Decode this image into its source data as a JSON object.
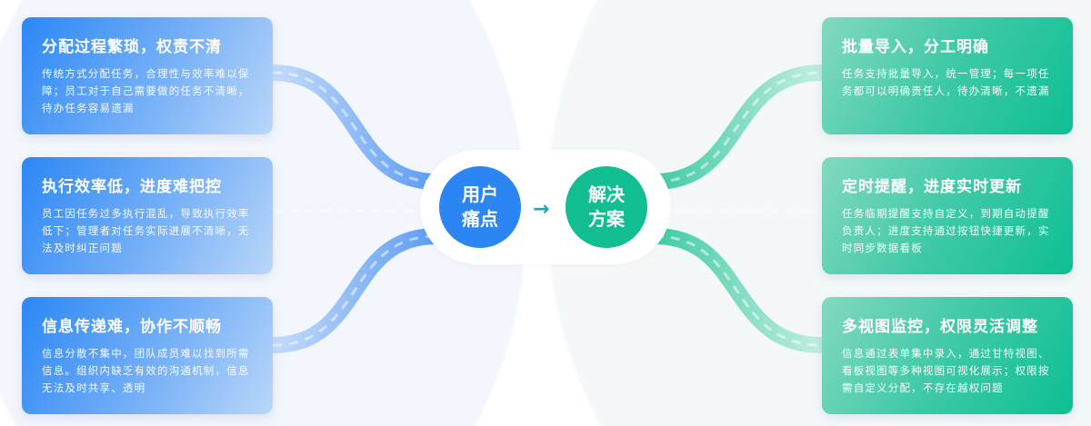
{
  "center": {
    "pain": "用户痛点",
    "solution": "解决方案",
    "arrow": "→"
  },
  "pain_points": [
    {
      "title": "分配过程繁琐，权责不清",
      "desc": "传统方式分配任务，合理性与效率难以保障；员工对于自己需要做的任务不清晰，待办任务容易遗漏"
    },
    {
      "title": "执行效率低，进度难把控",
      "desc": "员工因任务过多执行混乱，导致执行效率低下；管理者对任务实际进展不清晰，无法及时纠正问题"
    },
    {
      "title": "信息传递难，协作不顺畅",
      "desc": "信息分散不集中，团队成员难以找到所需信息。组织内缺乏有效的沟通机制，信息无法及时共享、透明"
    }
  ],
  "solutions": [
    {
      "title": "批量导入，分工明确",
      "desc": "任务支持批量导入，统一管理；每一项任务都可以明确责任人，待办清晰，不遗漏"
    },
    {
      "title": "定时提醒，进度实时更新",
      "desc": "任务临期提醒支持自定义，到期自动提醒负责人；进度支持通过按钮快捷更新，实时同步数据看板"
    },
    {
      "title": "多视图监控，权限灵活调整",
      "desc": "信息通过表单集中录入，通过甘特视图、看板视图等多种视图可视化展示；权限按需自定义分配，不存在越权问题"
    }
  ],
  "colors": {
    "blue": "#2b86f4",
    "green": "#10be92"
  }
}
